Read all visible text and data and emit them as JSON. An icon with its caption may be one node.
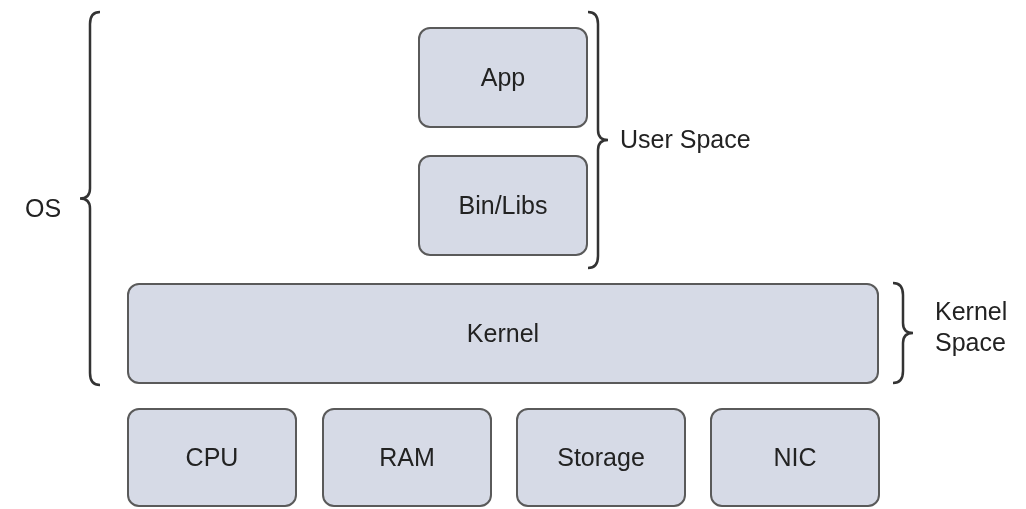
{
  "diagram": {
    "nodes": [
      {
        "text": [
          "App"
        ]
      },
      {
        "text": [
          "Bin/Libs"
        ]
      },
      {
        "text": [
          "Kernel"
        ]
      },
      {
        "text": [
          "CPU"
        ]
      },
      {
        "text": [
          "RAM"
        ]
      },
      {
        "text": [
          "Storage"
        ]
      },
      {
        "text": [
          "NIC"
        ]
      }
    ],
    "labels": [
      "User Space",
      "OS",
      "Kernel Space"
    ]
  }
}
